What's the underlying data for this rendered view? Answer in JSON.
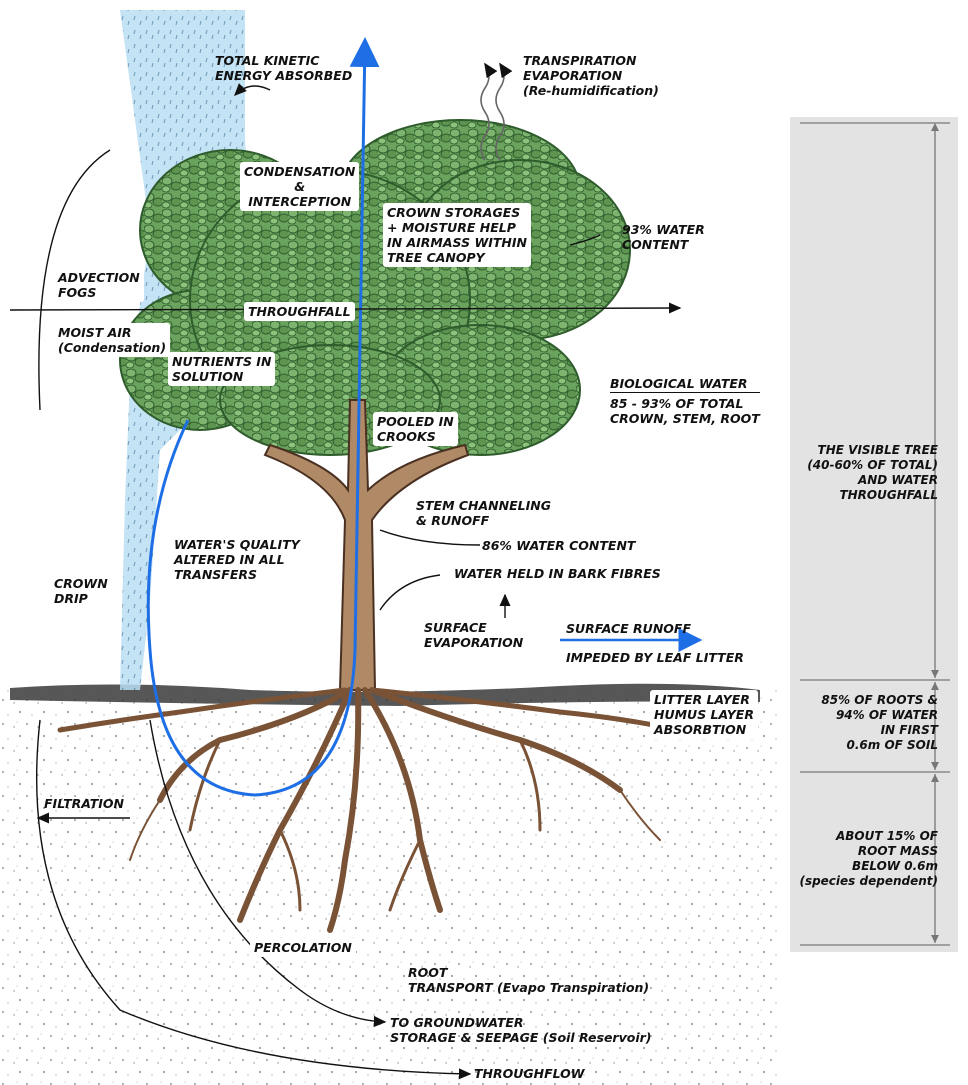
{
  "labels": {
    "kinetic": [
      "TOTAL KINETIC",
      "ENERGY ABSORBED"
    ],
    "transpiration": [
      "TRANSPIRATION",
      "EVAPORATION"
    ],
    "rehumid": "(Re-humidification)",
    "condensation": [
      "CONDENSATION",
      "&",
      "INTERCEPTION"
    ],
    "crown_storages": [
      "CROWN STORAGES",
      "+ MOISTURE HELP",
      "IN AIRMASS WITHIN",
      "TREE CANOPY"
    ],
    "water93": [
      "93% WATER",
      "CONTENT"
    ],
    "advection": [
      "ADVECTION",
      "FOGS"
    ],
    "moist_air": "MOIST AIR",
    "moist_air_sub": "(Condensation)",
    "throughfall": "THROUGHFALL",
    "nutrients": [
      "NUTRIENTS IN",
      "SOLUTION"
    ],
    "bio_water": "BIOLOGICAL WATER",
    "bio_water_sub": [
      "85 - 93% OF TOTAL",
      "CROWN, STEM, ROOT"
    ],
    "pooled": [
      "POOLED IN",
      "CROOKS"
    ],
    "stem_channel": [
      "STEM CHANNELING",
      "& RUNOFF"
    ],
    "water86": "86% WATER CONTENT",
    "quality": [
      "WATER'S QUALITY",
      "ALTERED IN ALL",
      "TRANSFERS"
    ],
    "bark": "WATER HELD IN BARK FIBRES",
    "crown_drip": [
      "CROWN",
      "DRIP"
    ],
    "surface_evap": [
      "SURFACE",
      "EVAPORATION"
    ],
    "surface_runoff": "SURFACE RUNOFF",
    "impeded": "IMPEDED BY LEAF LITTER",
    "litter": [
      "LITTER LAYER",
      "HUMUS LAYER",
      "ABSORBTION"
    ],
    "filtration": "FILTRATION",
    "percolation": "PERCOLATION",
    "root": "ROOT",
    "root_transport": "TRANSPORT",
    "root_transport_sub": "(Evapo Transpiration)",
    "groundwater": [
      "TO GROUNDWATER",
      "STORAGE & SEEPAGE"
    ],
    "groundwater_sub": "(Soil Reservoir)",
    "throughflow": "THROUGHFLOW"
  },
  "sidebar": {
    "visible_tree": [
      "THE VISIBLE TREE",
      "(40-60% OF TOTAL)",
      "AND WATER",
      "THROUGHFALL"
    ],
    "roots85": [
      "85% OF ROOTS &",
      "94% OF WATER",
      "IN FIRST",
      "0.6m OF SOIL"
    ],
    "root_mass": [
      "ABOUT 15% OF",
      "ROOT MASS",
      "BELOW 0.6m"
    ],
    "root_mass_sub": "(species dependent)"
  },
  "colors": {
    "foliage": "#5f9a54",
    "foliage_dark": "#2f5c2c",
    "trunk": "#b08a67",
    "trunk_dark": "#4a3020",
    "water_blue": "#1e6fe6",
    "rain": "#a9d6ee",
    "soil_dots": "#7a7a7a",
    "sidebar_bg": "#e3e3e3"
  }
}
